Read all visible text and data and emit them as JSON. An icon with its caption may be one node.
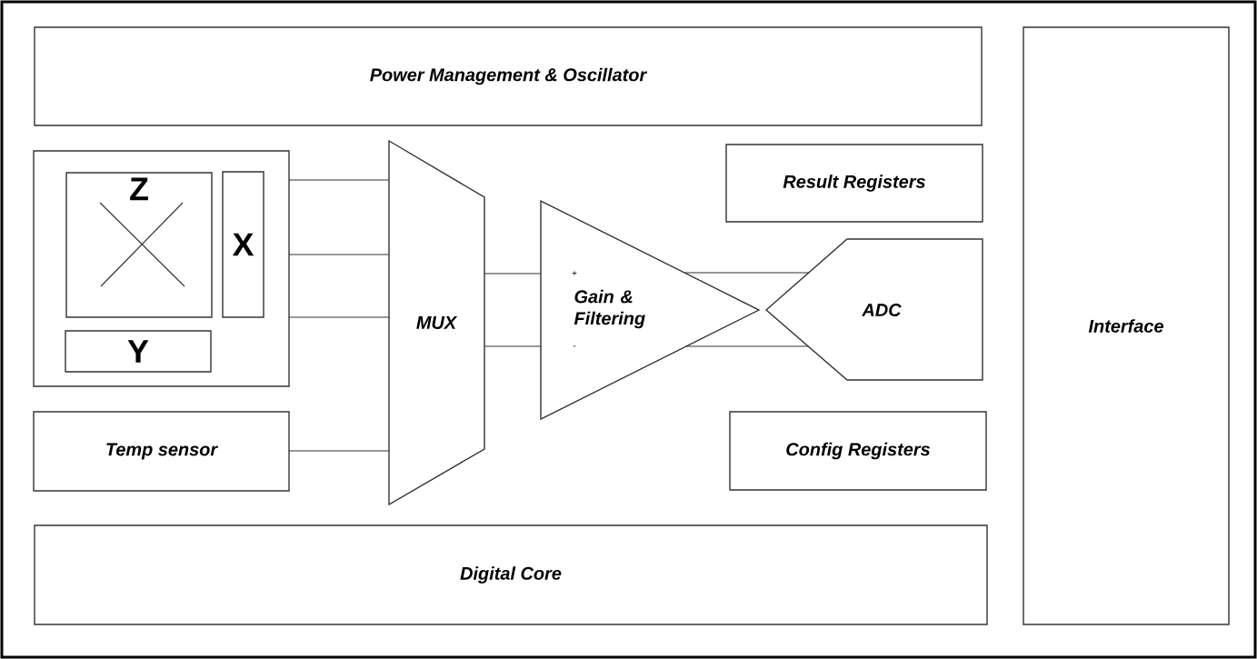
{
  "diagram": {
    "nodes": [
      {
        "text": [
          "Power Management & Oscillator"
        ]
      },
      {
        "text": [],
        "shape": "box"
      },
      {
        "text": [
          "Z"
        ],
        "in": 1
      },
      {
        "text": [
          "X"
        ],
        "in": 1
      },
      {
        "text": [
          "Y"
        ],
        "in": 1
      },
      {
        "text": [
          "Temp sensor"
        ]
      },
      {
        "text": [
          "MUX"
        ]
      },
      {
        "text": [
          "Result Registers"
        ]
      },
      {
        "text": [
          "Gain & Filtering"
        ]
      },
      {
        "text": [
          "ADC"
        ]
      },
      {
        "text": [
          "Config Registers"
        ]
      },
      {
        "text": [
          "Digital Core"
        ]
      },
      {
        "text": [
          "Interface"
        ]
      }
    ],
    "edges": [
      {
        "from": 1,
        "to": 6,
        "arrow": "none"
      },
      {
        "from": 1,
        "to": 6,
        "arrow": "none"
      },
      {
        "from": 1,
        "to": 6,
        "arrow": "none"
      },
      {
        "from": 5,
        "to": 6,
        "arrow": "none"
      },
      {
        "from": 6,
        "to": 8,
        "arrow": "none"
      },
      {
        "from": 6,
        "to": 8,
        "arrow": "none"
      },
      {
        "from": 8,
        "to": 9,
        "arrow": "none"
      },
      {
        "from": 8,
        "to": 9,
        "arrow": "none"
      }
    ],
    "labels": [
      "+",
      "-"
    ]
  }
}
